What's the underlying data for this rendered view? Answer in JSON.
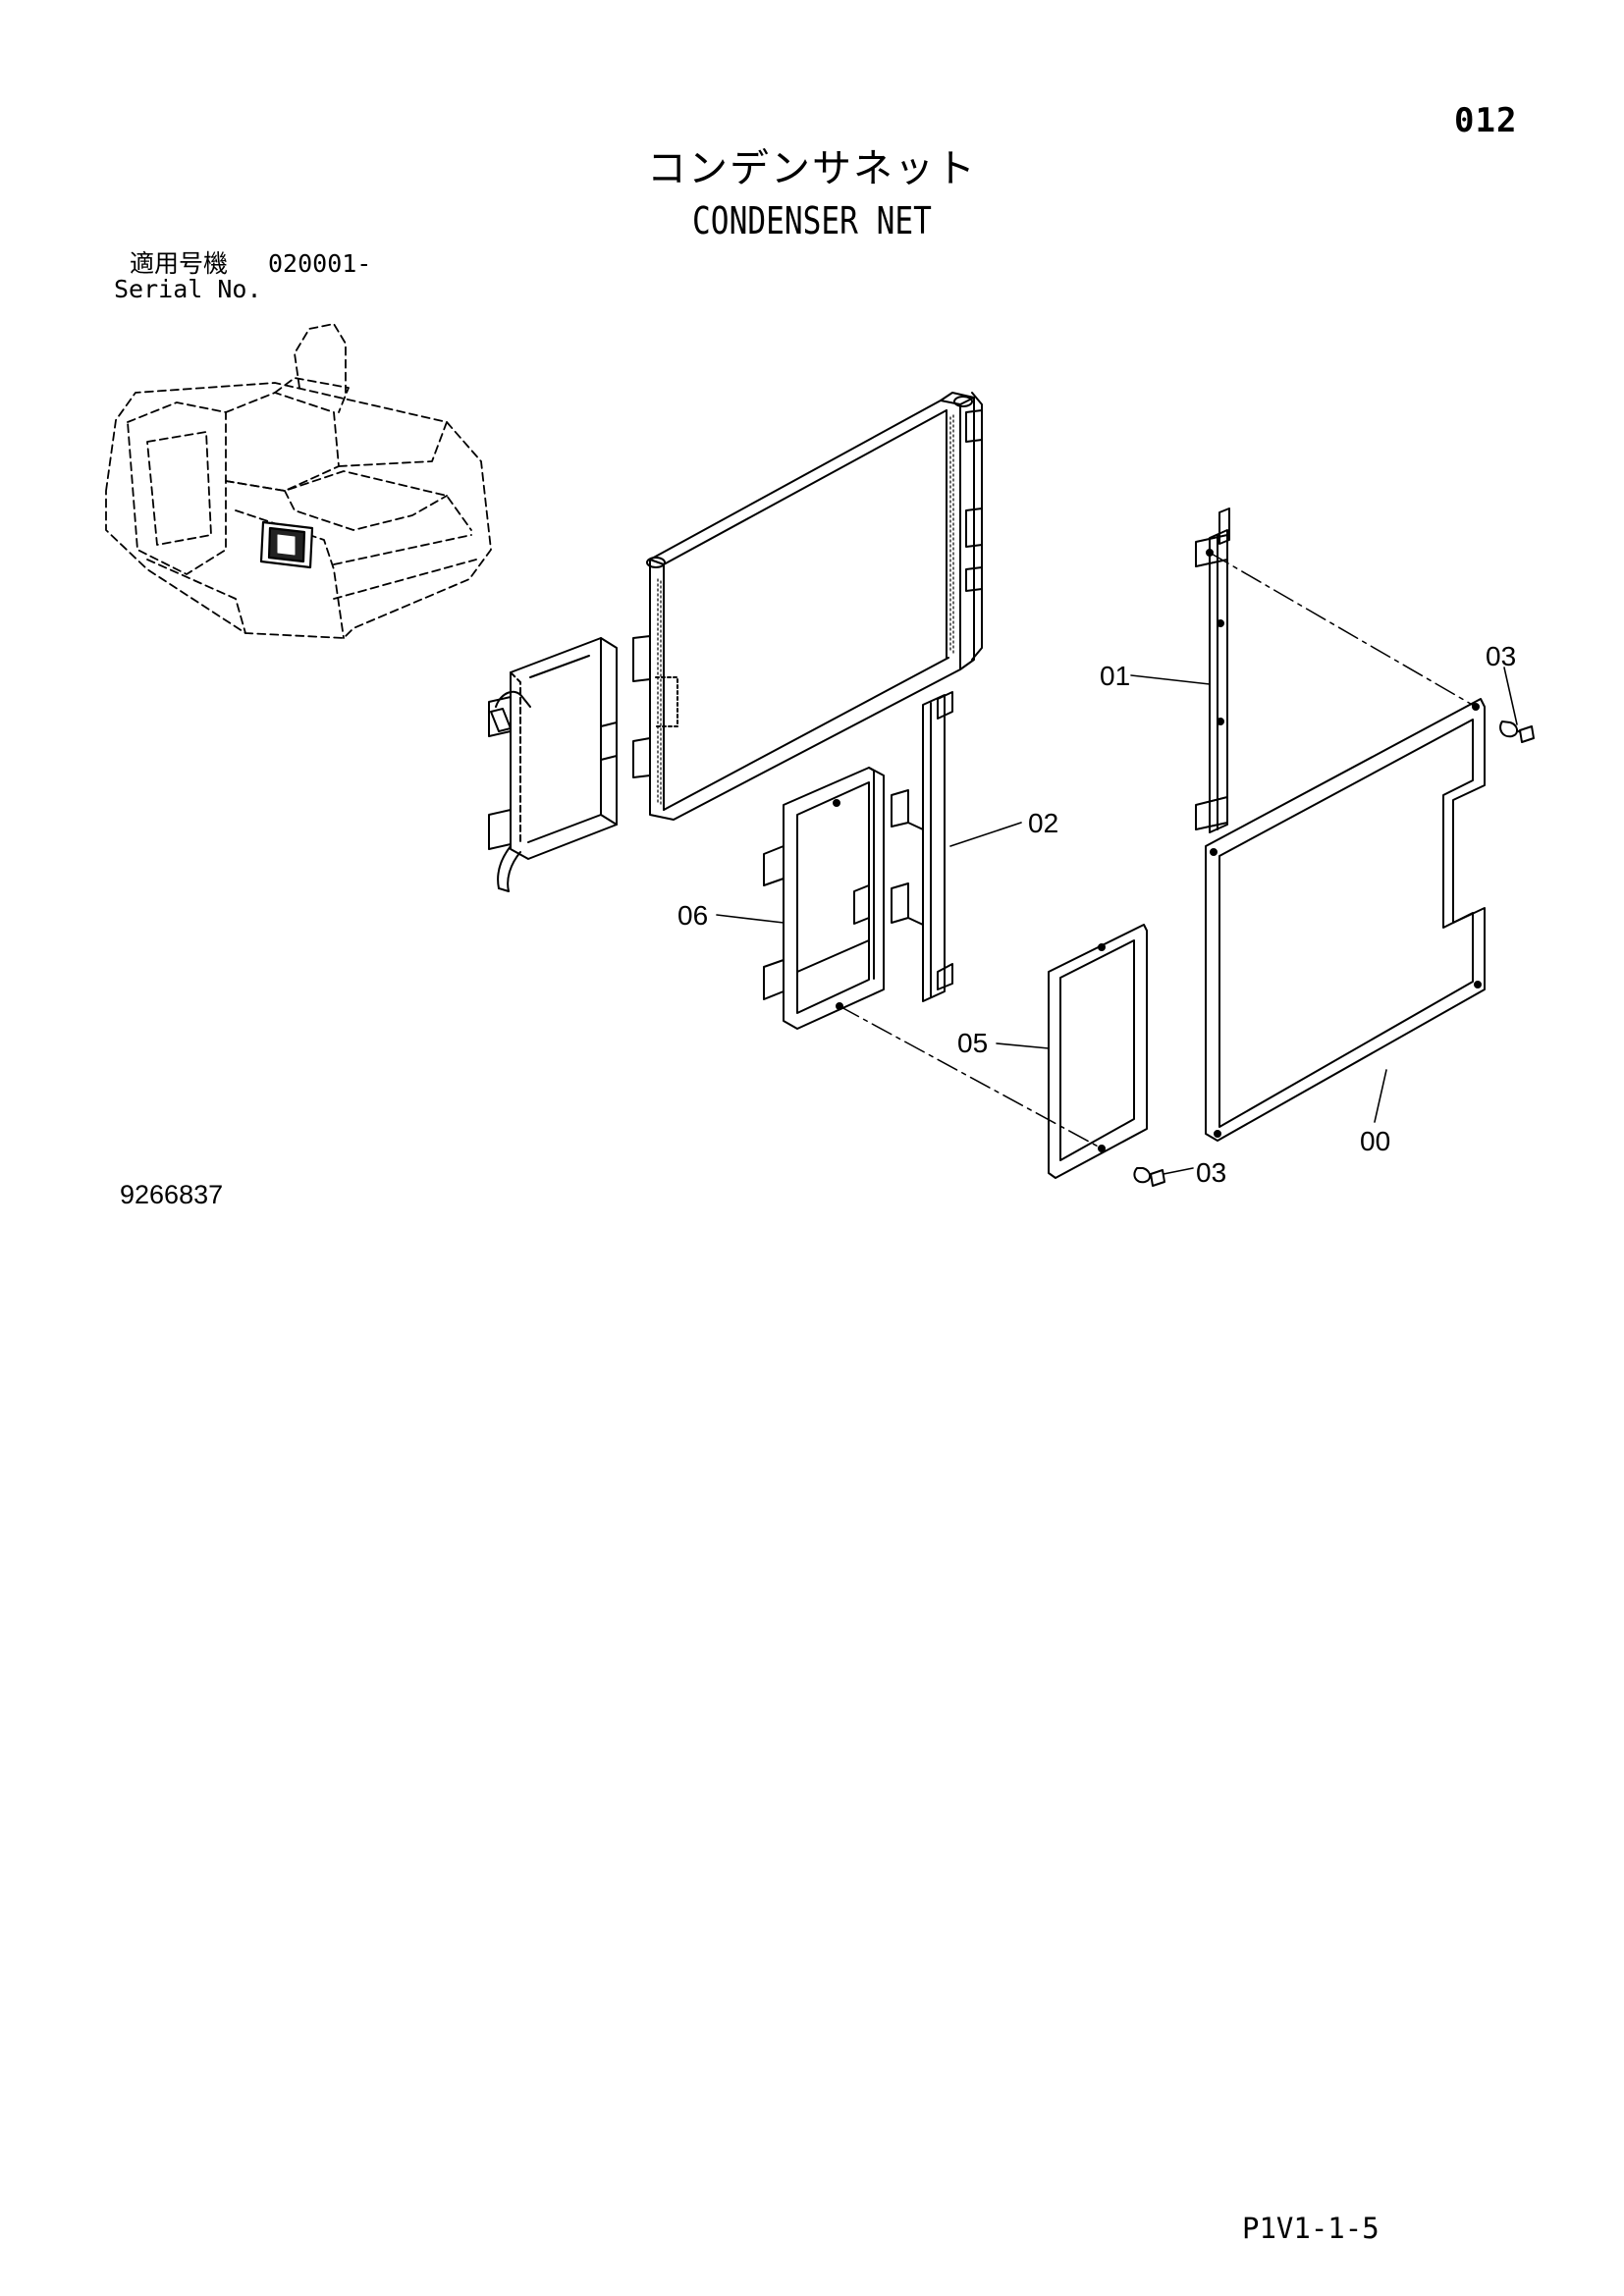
{
  "page_number": "012",
  "title_ja": "コンデンサネット",
  "title_en": "CONDENSER NET",
  "serial": {
    "label_ja": "適用号機",
    "value": "020001-",
    "label_en": "Serial No."
  },
  "drawing_number": "9266837",
  "footer_code": "P1V1-1-5",
  "callouts": {
    "c00": "00",
    "c01": "01",
    "c02": "02",
    "c03a": "03",
    "c03b": "03",
    "c05": "05",
    "c06": "06"
  }
}
